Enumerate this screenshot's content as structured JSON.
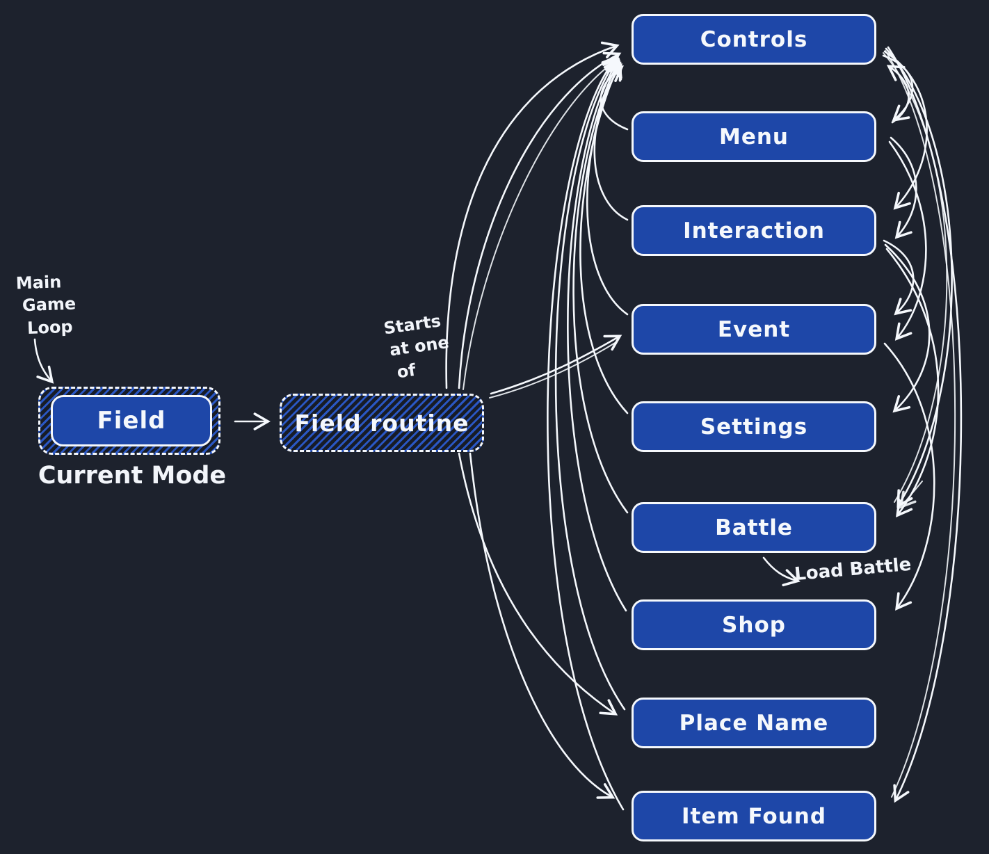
{
  "colors": {
    "background": "#1d222d",
    "node_fill": "#1e47a8",
    "stroke": "#f5f8fc",
    "hatch_stripe": "#2a57c4"
  },
  "annotations": {
    "main_loop": {
      "lines": [
        "Main",
        "Game",
        "Loop"
      ]
    },
    "current_mode_caption": "Current Mode",
    "starts_at": {
      "lines": [
        "Starts",
        "at one",
        "of"
      ]
    },
    "load_battle": "Load Battle"
  },
  "current_mode_node": {
    "label": "Field"
  },
  "routine_node": {
    "label": "Field routine"
  },
  "modes": [
    {
      "label": "Controls"
    },
    {
      "label": "Menu"
    },
    {
      "label": "Interaction"
    },
    {
      "label": "Event"
    },
    {
      "label": "Settings"
    },
    {
      "label": "Battle"
    },
    {
      "label": "Shop"
    },
    {
      "label": "Place Name"
    },
    {
      "label": "Item Found"
    }
  ]
}
